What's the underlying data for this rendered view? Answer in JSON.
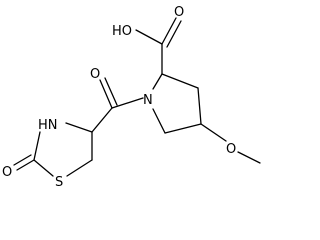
{
  "molecule": {
    "atom_labels": {
      "carboxyl_oh": "HO",
      "carboxyl_o": "O",
      "ring_n": "N",
      "amide_o": "O",
      "methoxy_o": "O",
      "thiazolidine_nh": "HN",
      "thiazolidine_s": "S",
      "keto_o": "O"
    },
    "colors": {
      "ink": "#000000",
      "background": "#ffffff"
    }
  }
}
